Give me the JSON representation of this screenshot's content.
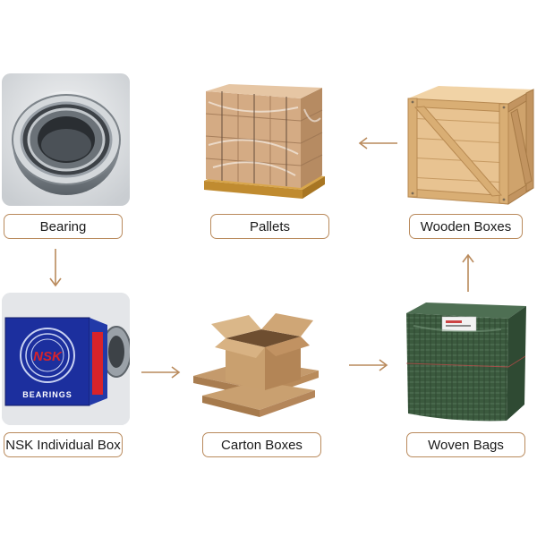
{
  "steps": [
    {
      "label": "Bearing"
    },
    {
      "label": "Pallets"
    },
    {
      "label": "Wooden Boxes"
    },
    {
      "label": "NSK Individual Box"
    },
    {
      "label": "Carton Boxes"
    },
    {
      "label": "Woven Bags"
    }
  ],
  "box_print": {
    "brand": "NSK",
    "product": "BEARINGS"
  },
  "colors": {
    "label_border": "#b98a5c",
    "arrow": "#b98a5c",
    "nsk_blue": "#1c2f9e",
    "nsk_red": "#d8232a",
    "woven_green": "#3b5a3e",
    "cardboard": "#c49a6c",
    "wood": "#e8c391"
  }
}
